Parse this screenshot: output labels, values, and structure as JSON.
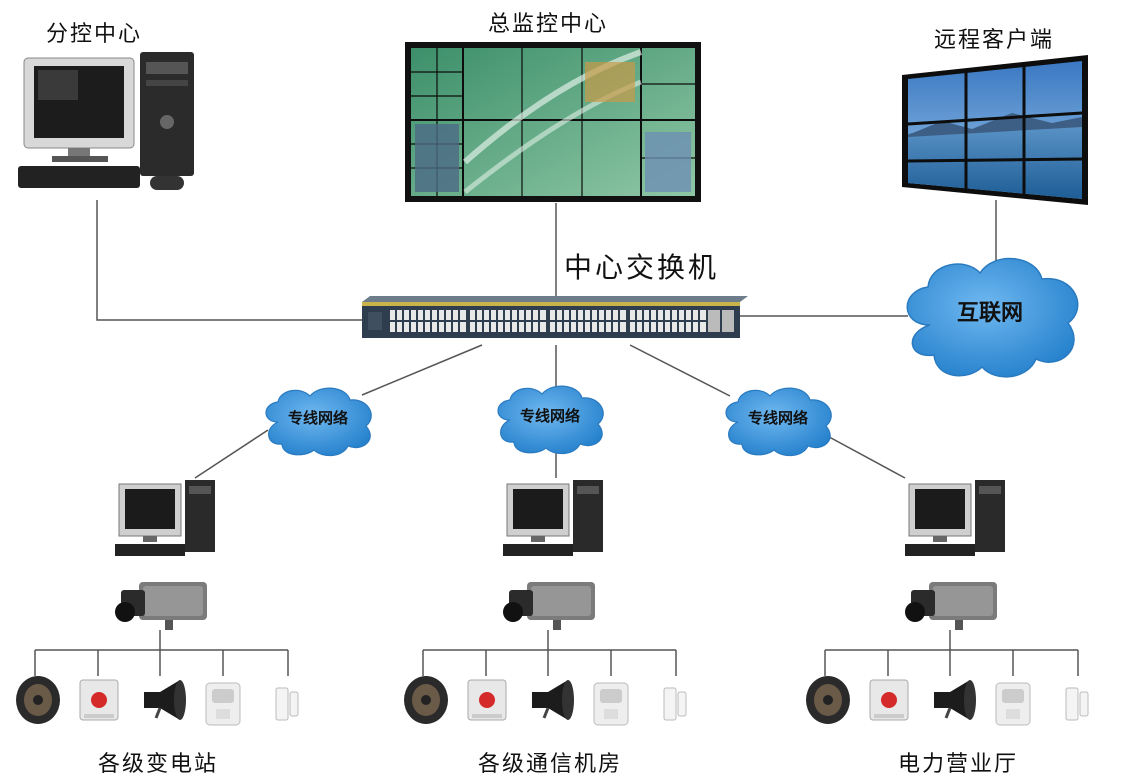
{
  "nodes": {
    "branch_center": "分控中心",
    "main_center": "总监控中心",
    "remote_client": "远程客户端",
    "core_switch": "中心交换机",
    "internet": "互联网",
    "dedicated_network": "专线网络",
    "site_substation": "各级变电站",
    "site_comm_room": "各级通信机房",
    "site_service_hall": "电力营业厅"
  },
  "colors": {
    "line": "#444444",
    "cloud": "#2f8fd8",
    "cloud_dark": "#1a6fb5",
    "switch_body": "#2c3b4c",
    "screen_frame": "#1a1a1a"
  },
  "icons": [
    "desktop-pc-icon",
    "video-wall-icon",
    "tv-wall-icon",
    "switch-icon",
    "camera-icon",
    "speaker-icon",
    "alarm-button-icon",
    "siren-icon",
    "sensor-icon",
    "door-contact-icon"
  ]
}
